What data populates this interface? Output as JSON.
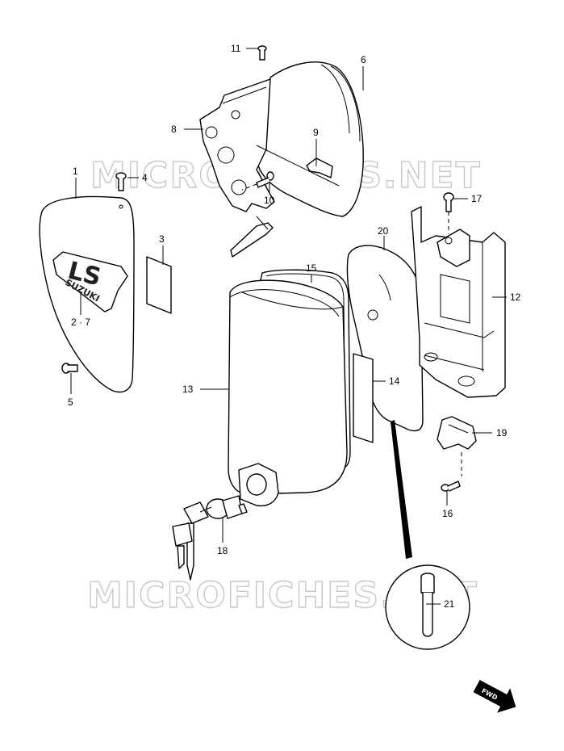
{
  "watermarks": [
    "MICROFICHES.NET",
    "MICROFICHES.NET"
  ],
  "emblem": {
    "logo": "LS",
    "brand": "SUZUKI"
  },
  "fwd_label": "FWD",
  "callouts": {
    "c1": "1",
    "c2_7": "2 · 7",
    "c3": "3",
    "c4": "4",
    "c5": "5",
    "c6": "6",
    "c8": "8",
    "c9": "9",
    "c10": "10",
    "c11": "11",
    "c12": "12",
    "c13": "13",
    "c14": "14",
    "c15": "15",
    "c16": "16",
    "c17": "17",
    "c18": "18",
    "c19": "19",
    "c20": "20",
    "c21": "21"
  }
}
